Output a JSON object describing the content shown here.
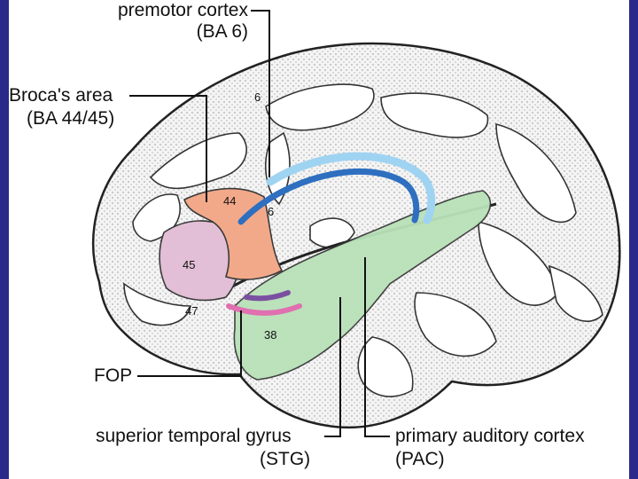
{
  "labels": {
    "premotor_line1": "premotor cortex",
    "premotor_line2": "(BA 6)",
    "broca_line1": "Broca's area",
    "broca_line2": "(BA 44/45)",
    "fop": "FOP",
    "stg_line1": "superior temporal gyrus",
    "stg_line2": "(STG)",
    "pac_line1": "primary auditory cortex",
    "pac_line2": "(PAC)"
  },
  "area_numbers": {
    "a6_top": "6",
    "a6_mid": "6",
    "a44": "44",
    "a45": "45",
    "a47": "47",
    "a38": "38"
  },
  "colors": {
    "frame": "#2a2a8a",
    "broca_44": "#f2a98a",
    "broca_45": "#e2bfd6",
    "stg": "#b9e2b9",
    "dorsal_pathway_light": "#9fd3f2",
    "dorsal_pathway_dark": "#2e6fc0",
    "ventral_pathway_purple": "#7b4fa0",
    "ventral_pathway_pink": "#e070b0"
  }
}
